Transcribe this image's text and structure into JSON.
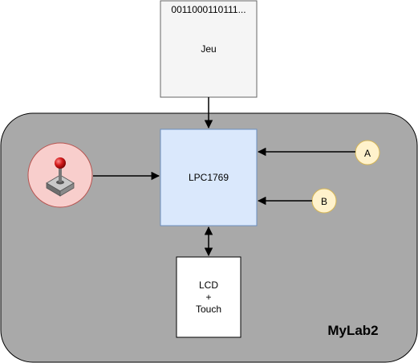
{
  "game_box": {
    "bits": "0011000110111...",
    "label": "Jeu"
  },
  "board": {
    "label": "MyLab2"
  },
  "mcu": {
    "label": "LPC1769"
  },
  "lcd": {
    "line1": "LCD",
    "line2": "+",
    "line3": "Touch"
  },
  "buttons": {
    "a_label": "A",
    "b_label": "B"
  },
  "joystick": {
    "icon": "joystick-icon"
  },
  "colors": {
    "board_fill": "#a9a9a9",
    "mcu_fill": "#dae8fc",
    "mcu_stroke": "#6c8ebf",
    "game_fill": "#f5f5f5",
    "button_fill": "#fff2cc",
    "button_stroke": "#d6b656",
    "joystick_fill": "#f8cecc",
    "joystick_stroke": "#b85450"
  }
}
